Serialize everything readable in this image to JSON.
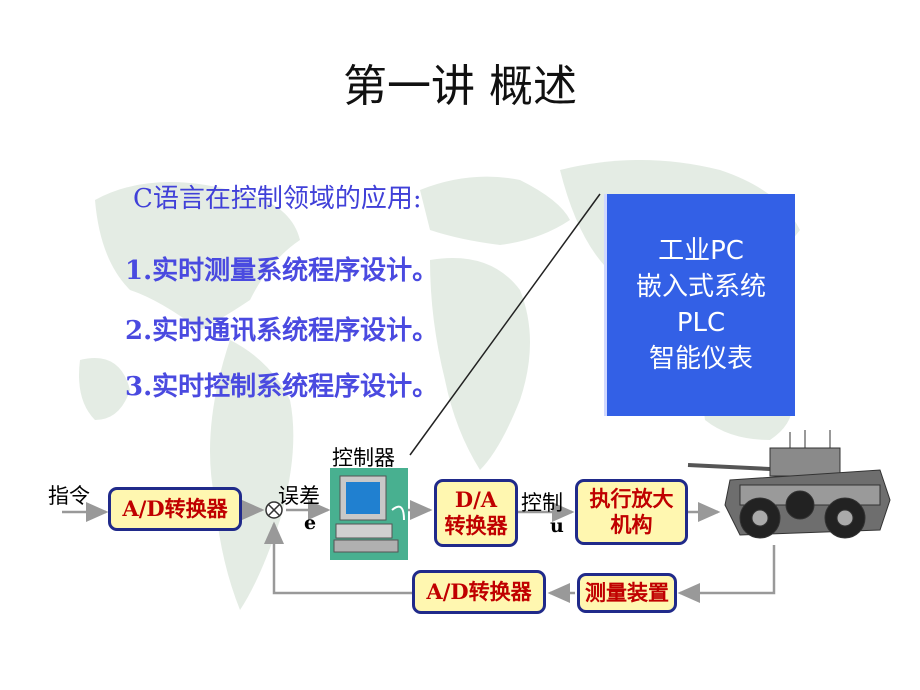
{
  "title": "第一讲 概述",
  "subtitle": "C语言在控制领域的应用:",
  "items": [
    "1.实时测量系统程序设计。",
    "2.实时通讯系统程序设计。",
    "3.实时控制系统程序设计。"
  ],
  "platforms": [
    "工业PC",
    "嵌入式系统",
    "PLC",
    "智能仪表"
  ],
  "diagram": {
    "command_label": "指令",
    "ad1": "A/D转换器",
    "error_label": "误差",
    "error_symbol": "e",
    "controller_label": "控制器",
    "da_line1": "D/A",
    "da_line2": "转换器",
    "control_label": "控制",
    "control_symbol": "u",
    "actuator_line1": "执行放大",
    "actuator_line2": "机构",
    "sensor": "测量装置",
    "ad2": "A/D转换器"
  },
  "colors": {
    "accent": "#3360e6",
    "box_fill": "#fff7b0",
    "box_border": "#202a8a",
    "box_text": "#c00000",
    "item_text": "#4a4ae0"
  }
}
